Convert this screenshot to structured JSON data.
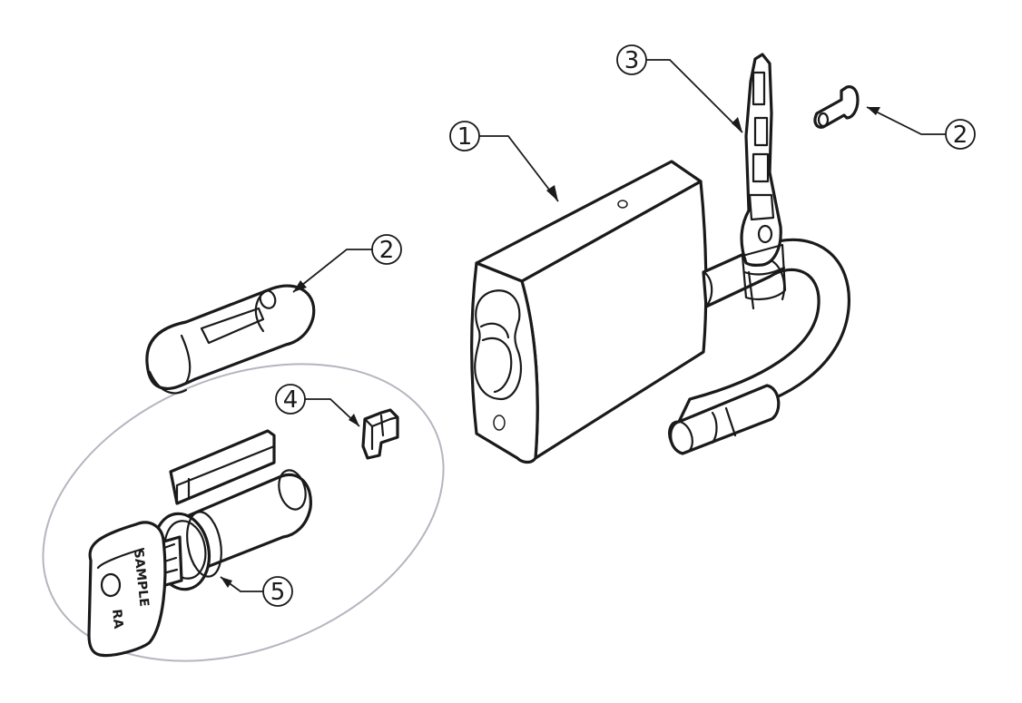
{
  "callouts": [
    {
      "id": "c1",
      "label": "1",
      "part": "padlock-body"
    },
    {
      "id": "c2a",
      "label": "2",
      "part": "rivet-pin"
    },
    {
      "id": "c2b",
      "label": "2",
      "part": "cylinder-sleeve"
    },
    {
      "id": "c3",
      "label": "3",
      "part": "shackle-chain"
    },
    {
      "id": "c4",
      "label": "4",
      "part": "cam-clip"
    },
    {
      "id": "c5",
      "label": "5",
      "part": "lock-cylinder"
    }
  ],
  "key": {
    "stamp_1": "SAMPLE",
    "stamp_2": "RA"
  },
  "colors": {
    "line": "#1a1a1a",
    "group_outline": "#b5b5c0",
    "background": "#ffffff"
  }
}
